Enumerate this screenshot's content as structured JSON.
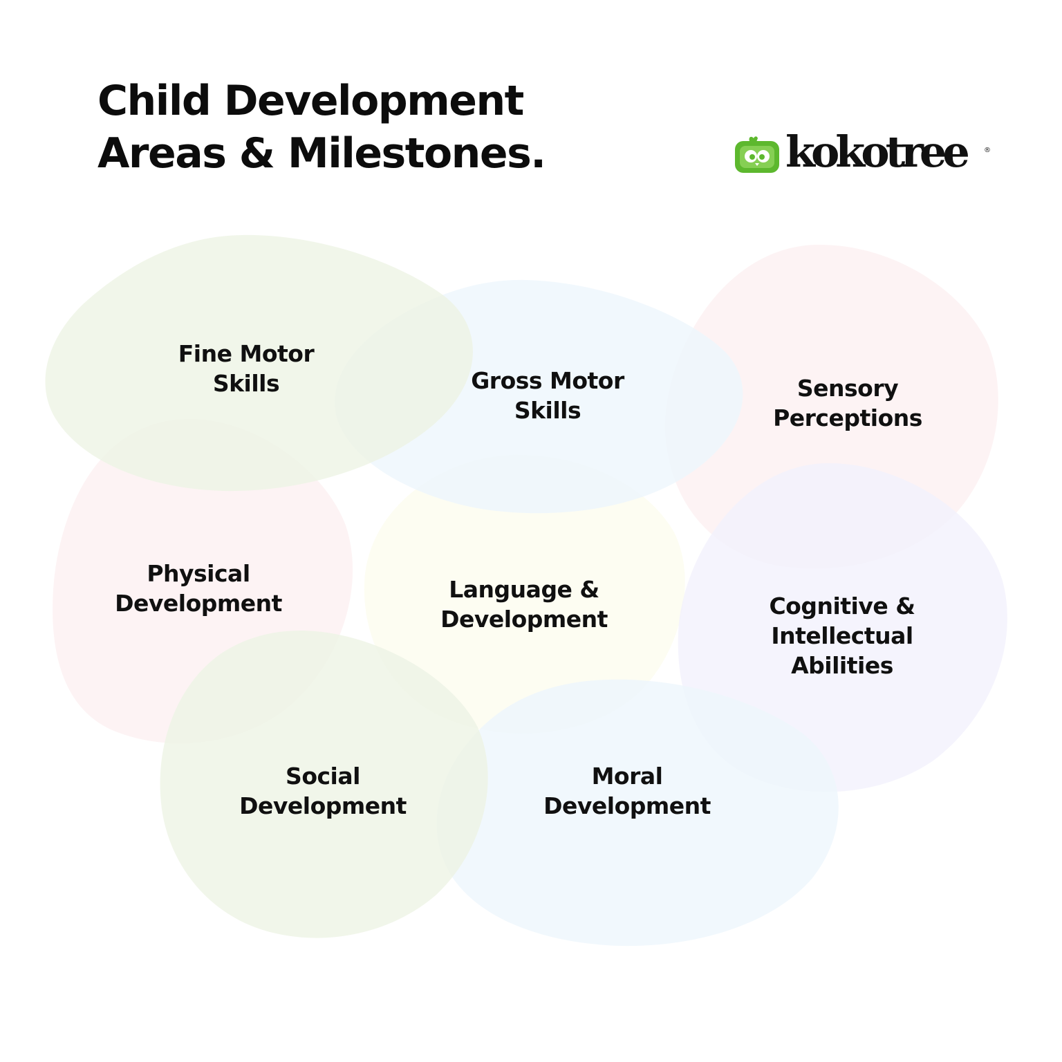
{
  "title": {
    "line1": "Child Development",
    "line2": "Areas & Milestones."
  },
  "logo": {
    "wordmark": "kokotree",
    "registered": "®",
    "brand_color": "#5db82e",
    "mascot_icon": "owl-tv-icon"
  },
  "areas": [
    {
      "line1": "Fine Motor",
      "line2": "Skills",
      "color": "#eef4e6"
    },
    {
      "line1": "Gross Motor",
      "line2": "Skills",
      "color": "#eef7fd"
    },
    {
      "line1": "Sensory",
      "line2": "Perceptions",
      "color": "#fdf1f2"
    },
    {
      "line1": "Physical",
      "line2": "Development",
      "color": "#fdf1f2"
    },
    {
      "line1": "Language &",
      "line2": "Development",
      "color": "#fdfdf0"
    },
    {
      "line1": "Cognitive &",
      "line2": "Intellectual",
      "line3": "Abilities",
      "color": "#f3f2fd"
    },
    {
      "line1": "Social",
      "line2": "Development",
      "color": "#eef4e6"
    },
    {
      "line1": "Moral",
      "line2": "Development",
      "color": "#eef7fd"
    }
  ]
}
